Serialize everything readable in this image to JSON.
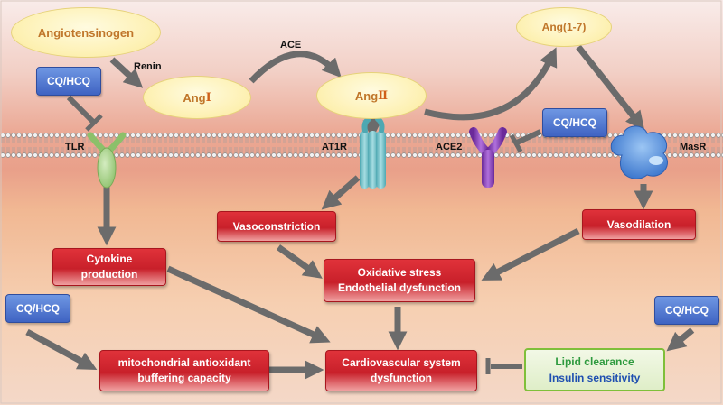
{
  "nodes": {
    "angiotensinogen": "Angiotensinogen",
    "ang1": {
      "text": "Ang ",
      "numeral": "Ⅰ"
    },
    "ang2": {
      "text": "Ang ",
      "numeral": "Ⅱ"
    },
    "ang17": "Ang(1-7)"
  },
  "labels": {
    "renin": "Renin",
    "ace": "ACE",
    "tlr": "TLR",
    "at1r": "AT1R",
    "ace2": "ACE2",
    "masr": "MasR"
  },
  "drug_boxes": {
    "top_left": "CQ/HCQ",
    "ace2_inhibitor": "CQ/HCQ",
    "bottom_left": "CQ/HCQ",
    "bottom_right": "CQ/HCQ"
  },
  "effects": {
    "vasoconstriction": "Vasoconstriction",
    "vasodilation": "Vasodilation",
    "cytokine": [
      "Cytokine",
      "production"
    ],
    "oxidative": [
      "Oxidative stress",
      "Endothelial dysfunction"
    ],
    "mito": [
      "mitochondrial antioxidant",
      "buffering capacity"
    ],
    "cardio": [
      "Cardiovascular system",
      "dysfunction"
    ],
    "lipid": [
      "Lipid clearance",
      "Insulin sensitivity"
    ]
  },
  "colors": {
    "background_top": "#f7e6e1",
    "background_middle": "#efb6a2",
    "background_bottom": "#f4c4a3",
    "drug_box": "#4f78d6",
    "effect_box": "#d12a32",
    "lipid_box_border": "#7fbf3a",
    "lipid_text": "#2e9a3e",
    "insulin_text": "#1f4fb0",
    "arrow": "#6b6b6b",
    "tlr_receptor": "#a8d08a",
    "at1r_receptor": "#6fbfc6",
    "ace2_receptor": "#8a3fb8",
    "masr_receptor": "#4a86e0"
  }
}
